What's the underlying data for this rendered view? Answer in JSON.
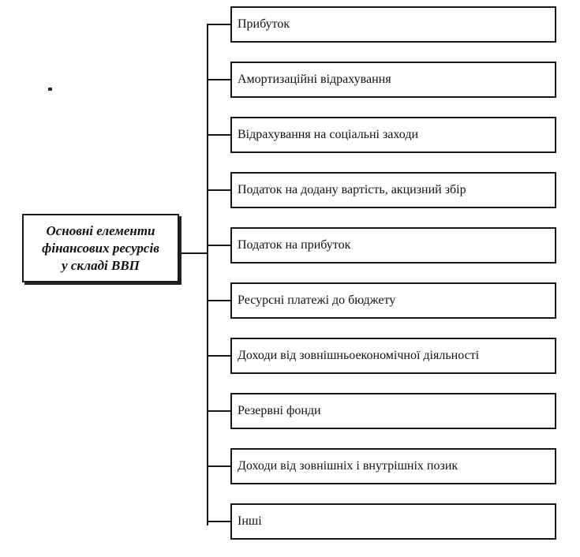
{
  "root": {
    "lines": [
      "Основні елементи",
      "фінансових ресурсів",
      "у складі ВВП"
    ]
  },
  "items": [
    {
      "label": "Прибуток"
    },
    {
      "label": "Амортизаційні відрахування"
    },
    {
      "label": "Відрахування на соціальні заходи"
    },
    {
      "label": "Податок на додану вартість, акцизний збір"
    },
    {
      "label": "Податок на прибуток"
    },
    {
      "label": "Ресурсні платежі до бюджету"
    },
    {
      "label": "Доходи від зовнішньоекономічної діяльності"
    },
    {
      "label": "Резервні фонди"
    },
    {
      "label": "Доходи від зовнішніх і внутрішніх позик"
    },
    {
      "label": "Інші"
    }
  ]
}
